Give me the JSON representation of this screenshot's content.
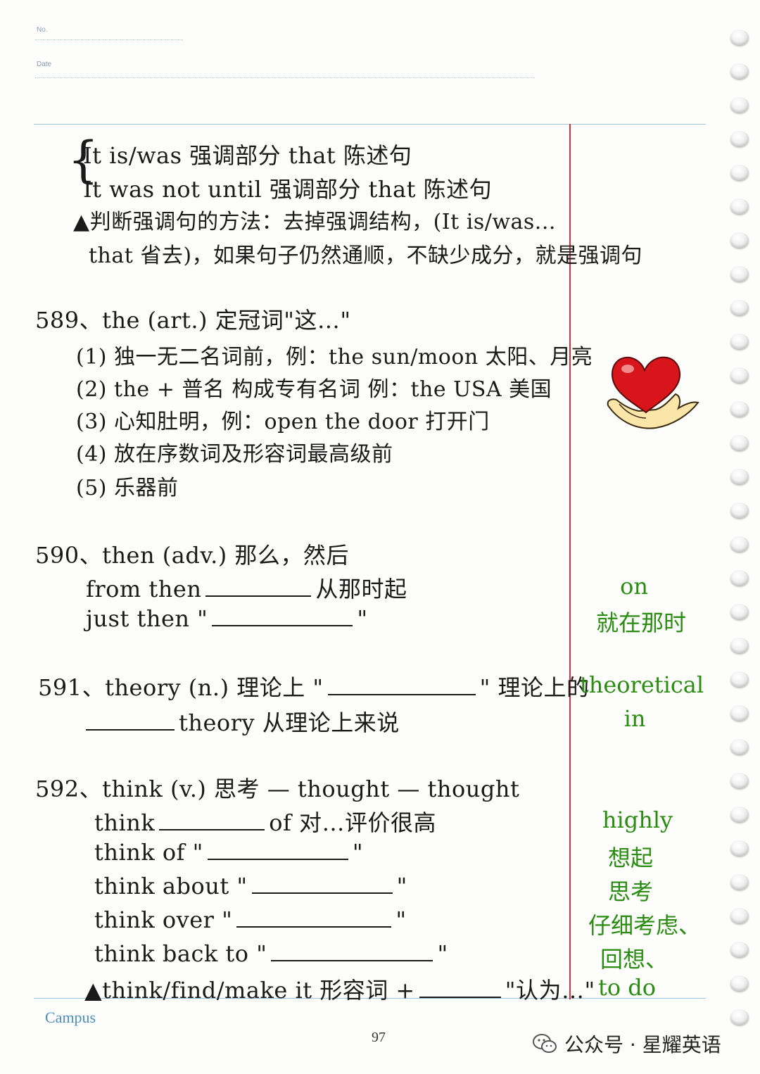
{
  "header": {
    "no_label": "No.",
    "date_label": "Date"
  },
  "emphasis": {
    "line1": "It is/was  强调部分  that 陈述句",
    "line2": "It was not until 强调部分  that 陈述句",
    "tip_line1": "判断强调句的方法：去掉强调结构，(It is/was...",
    "tip_line2": "that 省去)，如果句子仍然通顺，不缺少成分，就是强调句"
  },
  "entry589": {
    "head": "589、the (art.) 定冠词\"这…\"",
    "items": [
      "(1) 独一无二名词前，例：the sun/moon 太阳、月亮",
      "(2) the + 普名 构成专有名词  例：the USA 美国",
      "(3) 心知肚明，例：open the door 打开门",
      "(4) 放在序数词及形容词最高级前",
      "(5) 乐器前"
    ]
  },
  "entry590": {
    "head": "590、then (adv.) 那么，然后",
    "l1_pre": "from  then",
    "l1_post": "从那时起",
    "l2_pre": "just  then  \"",
    "l2_post": "\"",
    "answer1": "on",
    "answer2": "就在那时"
  },
  "entry591": {
    "head": "591、theory (n.) 理论上 \"",
    "head_post": "\" 理论上的",
    "l2_post": "theory  从理论上来说",
    "answer1": "theoretical",
    "answer2": "in"
  },
  "entry592": {
    "head": "592、think (v.) 思考 — thought — thought",
    "l1_pre": "think",
    "l1_post": "of   对…评价很高",
    "l2_pre": "think of  \"",
    "l2_post": "\"",
    "l3_pre": "think about  \"",
    "l3_post": "\"",
    "l4_pre": "think over  \"",
    "l4_post": "\"",
    "l5_pre": "think back to  \"",
    "l5_post": "\"",
    "tip_pre": "think/find/make it 形容词 +",
    "tip_post": "\"认为…\"",
    "answers": [
      "highly",
      "想起",
      "思考",
      "仔细考虑、",
      "回想、",
      "to do"
    ]
  },
  "footer": {
    "brand": "Campus",
    "page_number": "97",
    "watermark": "公众号 · 星耀英语"
  }
}
